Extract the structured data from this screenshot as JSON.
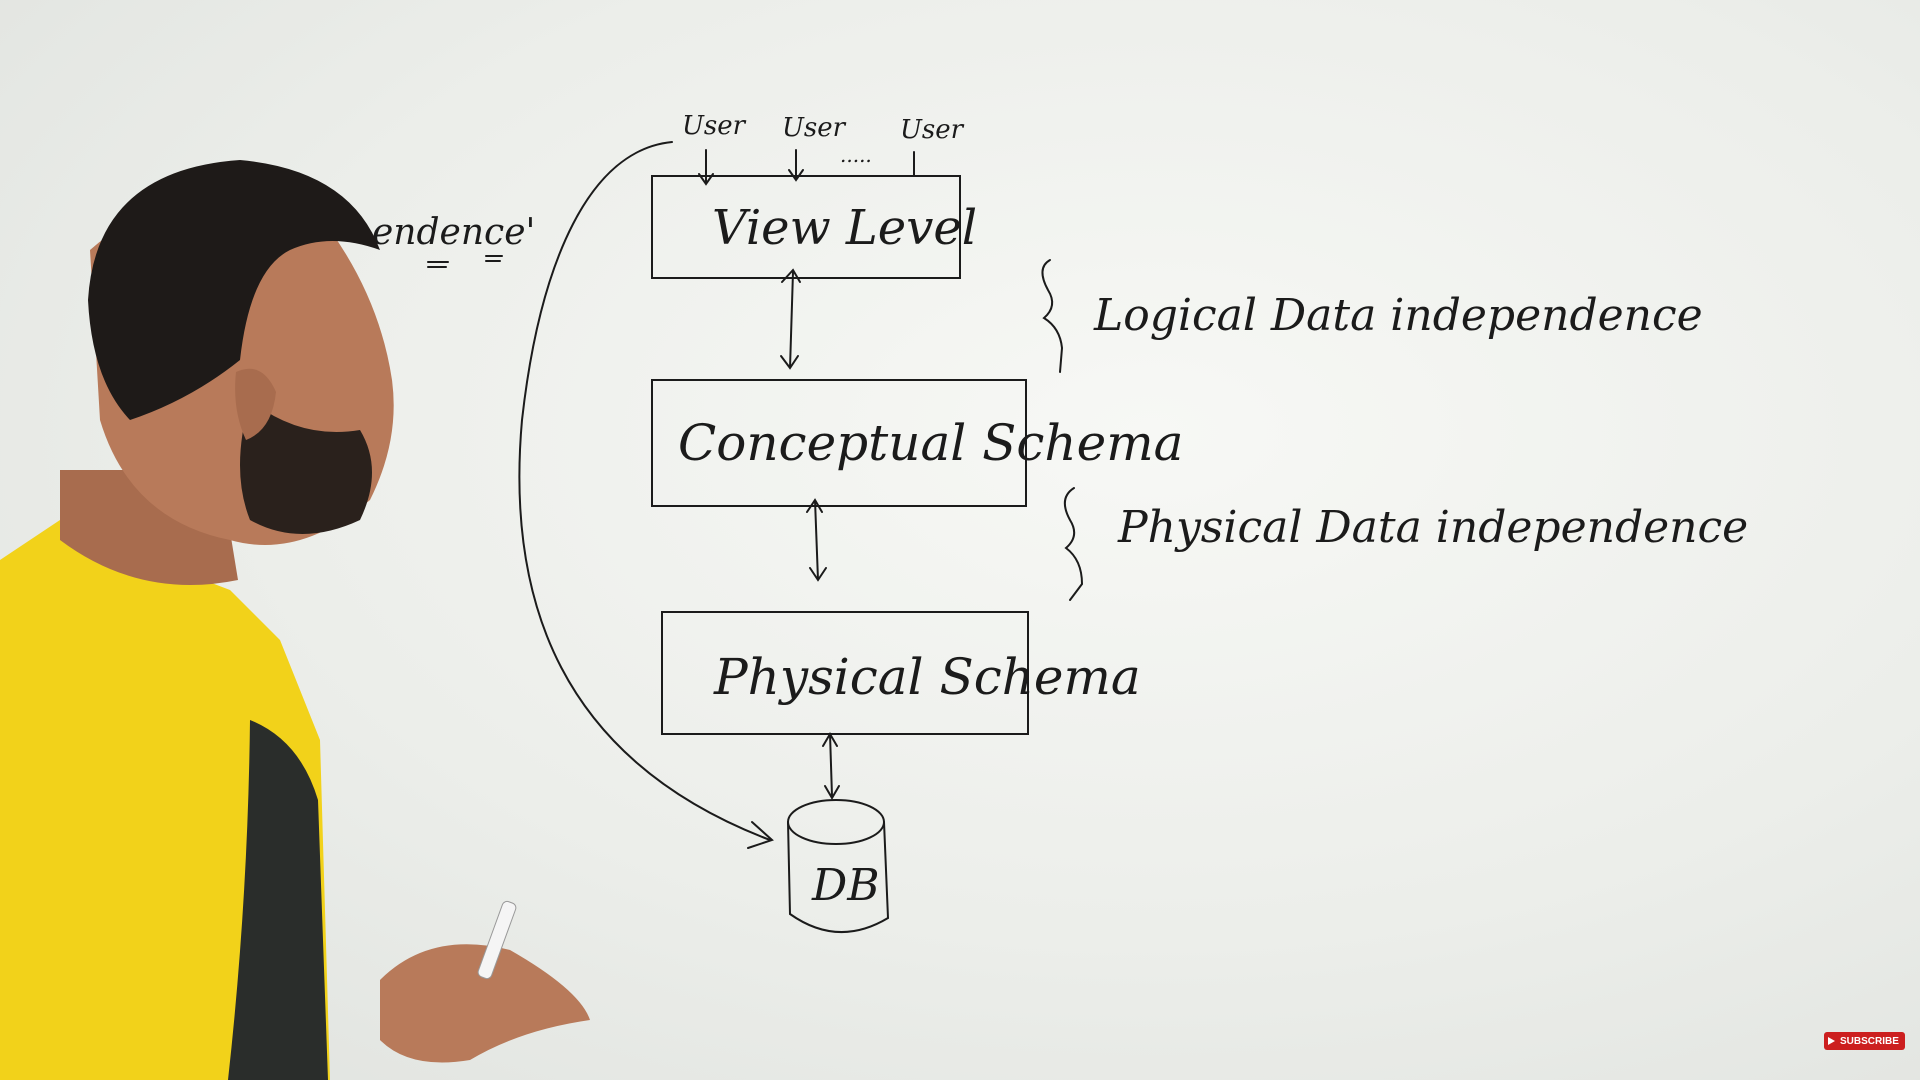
{
  "whiteboard": {
    "users": [
      "User",
      "User",
      "User"
    ],
    "ellipsis": ".....",
    "boxes": {
      "view": "View Level",
      "conceptual": "Conceptual Schema",
      "physical": "Physical Schema",
      "db": "DB"
    },
    "annotations": {
      "logical": "Logical Data independence",
      "physical": "Physical Data independence"
    },
    "partial_heading": "endence'"
  },
  "overlay": {
    "subscribe_label": "SUBSCRIBE"
  },
  "colors": {
    "ink": "#1b1b1b",
    "board": "#eef0ed",
    "shirt": "#f2d21a",
    "skin": "#b87a5a",
    "hair": "#1e1a18",
    "badge": "#cc1f1f"
  }
}
